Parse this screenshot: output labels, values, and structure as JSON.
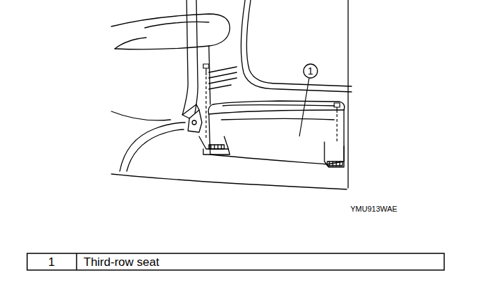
{
  "diagram": {
    "labels": [
      "1",
      "YMU913WAE",
      "1",
      "Third-row seat"
    ]
  }
}
